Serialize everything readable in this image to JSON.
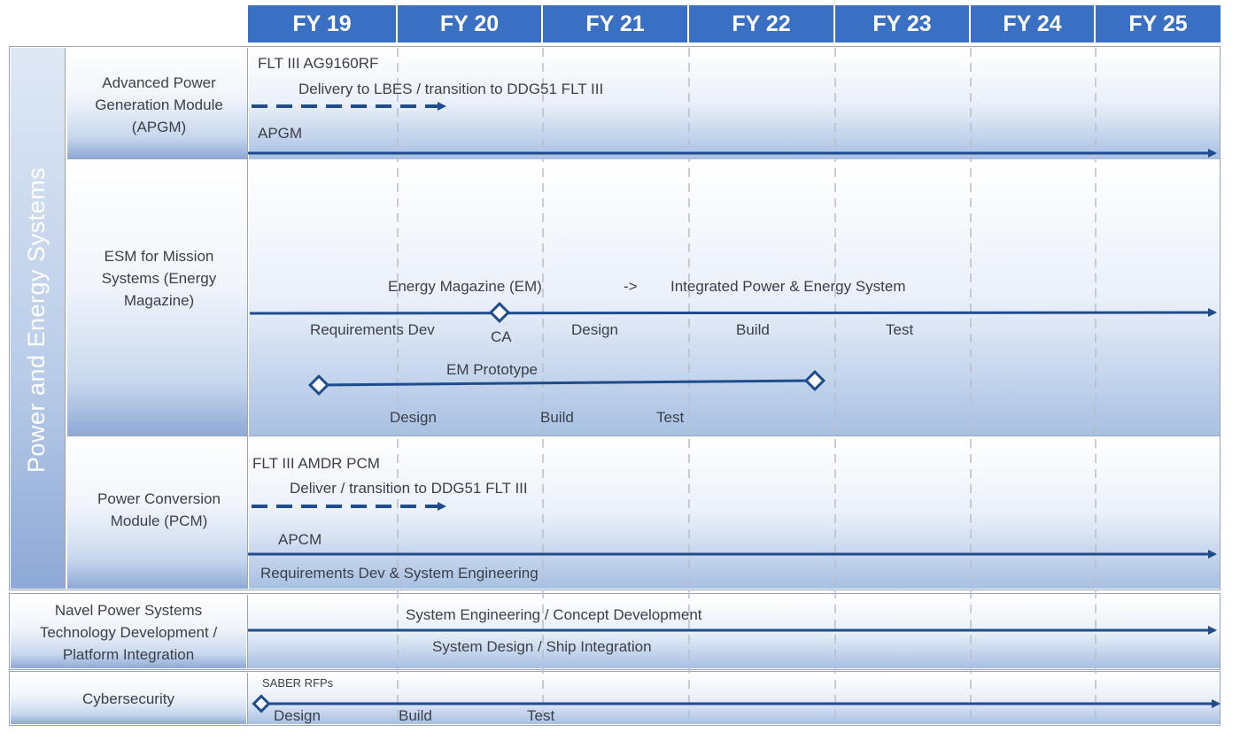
{
  "fiscal_years": [
    "FY 19",
    "FY 20",
    "FY 21",
    "FY 22",
    "FY 23",
    "FY 24",
    "FY 25"
  ],
  "side_label": "Power and Energy Systems",
  "rows": {
    "apgm": {
      "label": "Advanced Power Generation Module (APGM)",
      "flt_title": "FLT III AG9160RF",
      "delivery": "Delivery to LBES  / transition to DDG51 FLT III",
      "bar": "APGM"
    },
    "esm": {
      "label": "ESM for Mission Systems (Energy Magazine)",
      "em_title": "Energy Magazine (EM)",
      "arrow_glyph": "->",
      "ipes": "Integrated Power & Energy System",
      "phase_req": "Requirements  Dev",
      "milestone_ca": "CA",
      "phase_design": "Design",
      "phase_build": "Build",
      "phase_test": "Test",
      "prototype": "EM Prototype",
      "proto_design": "Design",
      "proto_build": "Build",
      "proto_test": "Test"
    },
    "pcm": {
      "label": "Power Conversion Module (PCM)",
      "flt_title": "FLT III AMDR PCM",
      "deliver": "Deliver / transition to DDG51 FLT III",
      "bar": "APCM",
      "req": "Requirements  Dev & System Engineering"
    },
    "navel": {
      "label": "Navel Power Systems Technology Development / Platform Integration",
      "top": "System Engineering / Concept Development",
      "bottom": "System Design / Ship Integration"
    },
    "cyber": {
      "label": "Cybersecurity",
      "saber": "SABER RFPs",
      "design": "Design",
      "build": "Build",
      "test": "Test"
    }
  },
  "colors": {
    "header": "#3a70c4",
    "line": "#1f4d8c",
    "text": "#3b3f47",
    "side": "#8ea9d6"
  }
}
